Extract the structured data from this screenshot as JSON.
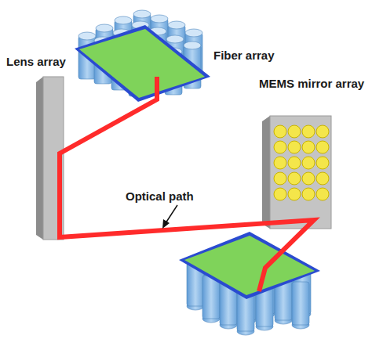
{
  "diagram": {
    "labels": [
      "Lens array",
      "Fiber array",
      "MEMS mirror array",
      "Optical path"
    ]
  }
}
